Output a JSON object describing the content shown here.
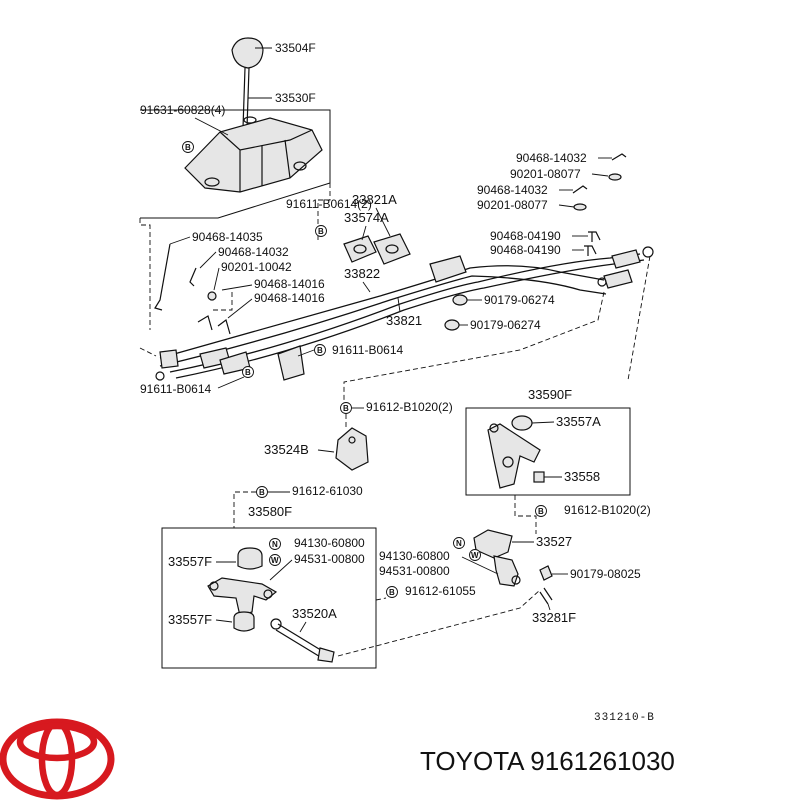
{
  "labels": {
    "l33504F": "33504F",
    "l33530F": "33530F",
    "l91631": "91631-60828(4)",
    "l90468_14032a": "90468-14032",
    "l90201_08077a": "90201-08077",
    "l90468_14032b": "90468-14032",
    "l90201_08077b": "90201-08077",
    "l91611_b0614_2": "91611-B0614(2)",
    "l33821A": "33821A",
    "l33574A": "33574A",
    "l90468_14035": "90468-14035",
    "l90468_14032c": "90468-14032",
    "l90201_10042": "90201-10042",
    "l90468_14016a": "90468-14016",
    "l90468_14016b": "90468-14016",
    "l33822": "33822",
    "l90468_04190a": "90468-04190",
    "l90468_04190b": "90468-04190",
    "l90179_06274a": "90179-06274",
    "l90179_06274b": "90179-06274",
    "l33821": "33821",
    "l91611_b0614a": "91611-B0614",
    "l91611_b0614b": "91611-B0614",
    "l33590F": "33590F",
    "l91612_b1020_2a": "91612-B1020(2)",
    "l33557A": "33557A",
    "l33524B": "33524B",
    "l33558": "33558",
    "l91612_61030": "91612-61030",
    "l91612_b1020_2b": "91612-B1020(2)",
    "l33580F": "33580F",
    "l94130_60800a": "94130-60800",
    "l94531_00800a": "94531-00800",
    "l33527": "33527",
    "l33557Fa": "33557F",
    "l94130_60800b": "94130-60800",
    "l94531_00800b": "94531-00800",
    "l90179_08025": "90179-08025",
    "l91612_61055": "91612-61055",
    "l33557Fb": "33557F",
    "l33520A": "33520A",
    "l33281F": "33281F"
  },
  "symbols": {
    "b": "B",
    "n": "N",
    "w": "W"
  },
  "diagram_code": "331210-B",
  "brand_text": "TOYOTA 9161261030",
  "colors": {
    "logo": "#d7191f",
    "ink": "#111111"
  }
}
